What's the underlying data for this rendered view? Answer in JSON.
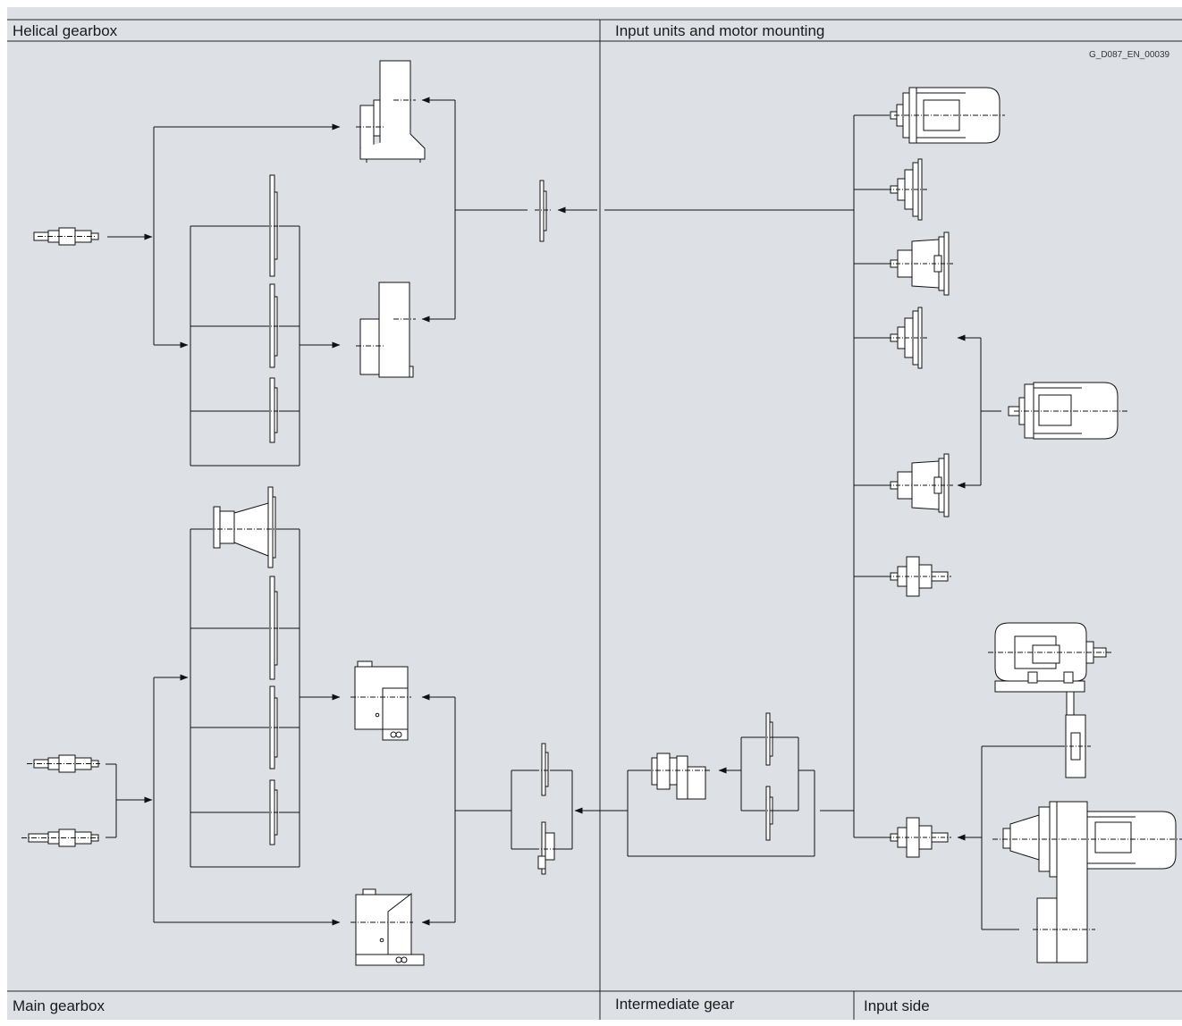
{
  "headers": {
    "helical_gearbox": "Helical gearbox",
    "input_units": "Input units and motor mounting",
    "main_gearbox": "Main gearbox",
    "intermediate_gear": "Intermediate gear",
    "input_side": "Input side"
  },
  "drawing_code": "G_D087_EN_00039",
  "colors": {
    "background": "#dde1e6",
    "line": "#111111",
    "frame": "#ffffff"
  }
}
